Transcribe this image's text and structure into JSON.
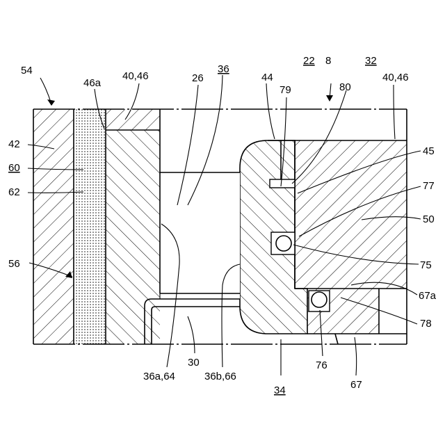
{
  "labels": {
    "l54": "54",
    "l46a": "46a",
    "l40_46_left": "40,46",
    "l26": "26",
    "l36": "36",
    "l44": "44",
    "l79": "79",
    "l22": "22",
    "l8": "8",
    "l80": "80",
    "l32": "32",
    "l40_46_right": "40,46",
    "l42": "42",
    "l60": "60",
    "l62": "62",
    "l45": "45",
    "l77": "77",
    "l50": "50",
    "l56": "56",
    "l75": "75",
    "l67a": "67a",
    "l78": "78",
    "l30": "30",
    "l36a64": "36a,64",
    "l36b66": "36b,66",
    "l76": "76",
    "l67": "67",
    "l34": "34"
  },
  "underlined": [
    "36",
    "22",
    "32",
    "60",
    "34"
  ]
}
